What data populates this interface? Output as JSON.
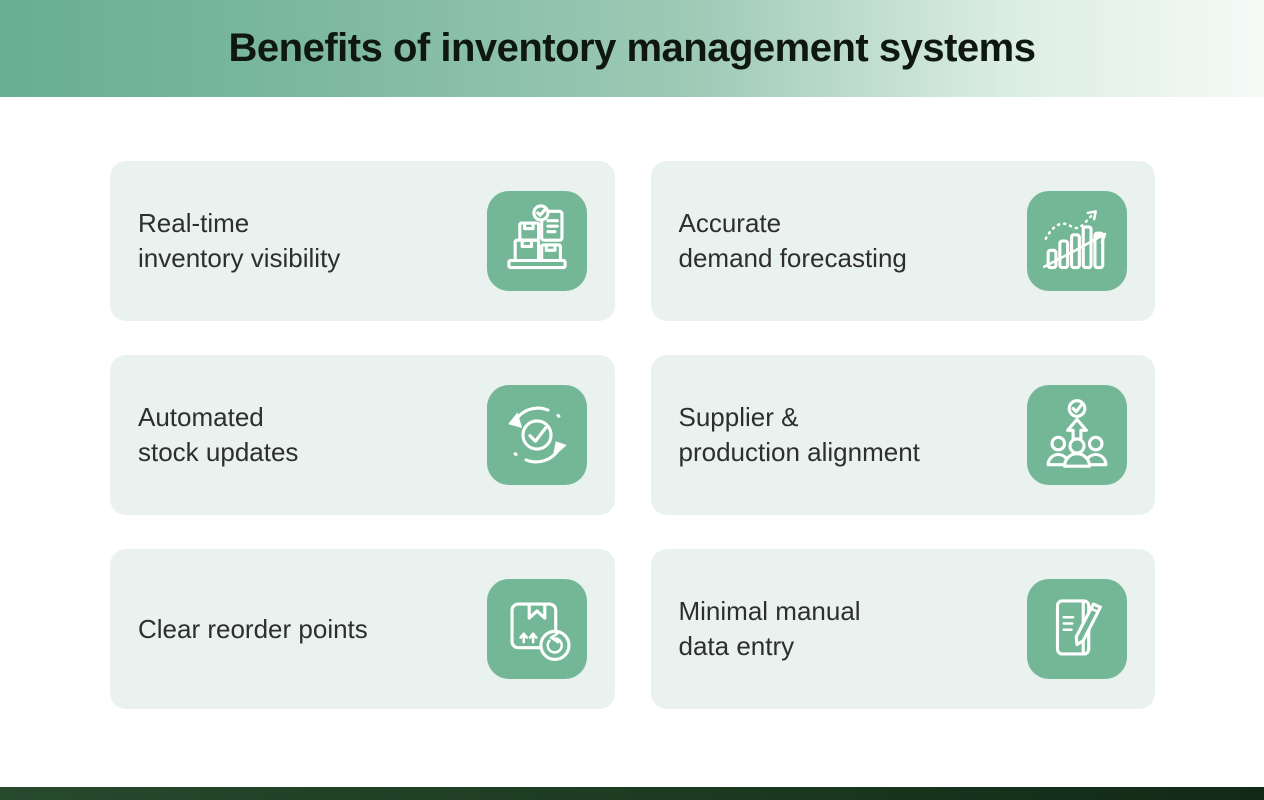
{
  "header": {
    "title": "Benefits of inventory management systems"
  },
  "cards": [
    {
      "lines": [
        "Real-time",
        "inventory visibility"
      ],
      "icon": "inventory-boxes-checklist-icon"
    },
    {
      "lines": [
        "Accurate",
        "demand forecasting"
      ],
      "icon": "demand-forecast-chart-icon"
    },
    {
      "lines": [
        "Automated",
        "stock updates"
      ],
      "icon": "automated-sync-check-icon"
    },
    {
      "lines": [
        "Supplier &",
        "production alignment"
      ],
      "icon": "supplier-alignment-team-icon"
    },
    {
      "lines": [
        "Clear reorder points"
      ],
      "icon": "reorder-box-refresh-icon"
    },
    {
      "lines": [
        "Minimal manual",
        "data entry"
      ],
      "icon": "manual-entry-notepad-pencil-icon"
    }
  ],
  "colors": {
    "header_gradient_start": "#67af92",
    "header_gradient_end": "#f5faf7",
    "card_background": "#e9f2ee",
    "icon_tile": "#74b797",
    "icon_stroke": "#ffffff",
    "title_text": "#0e1712",
    "card_text": "#2e2e2e",
    "footer_bar": "#1c3a21",
    "page_background": "#ffffff"
  }
}
